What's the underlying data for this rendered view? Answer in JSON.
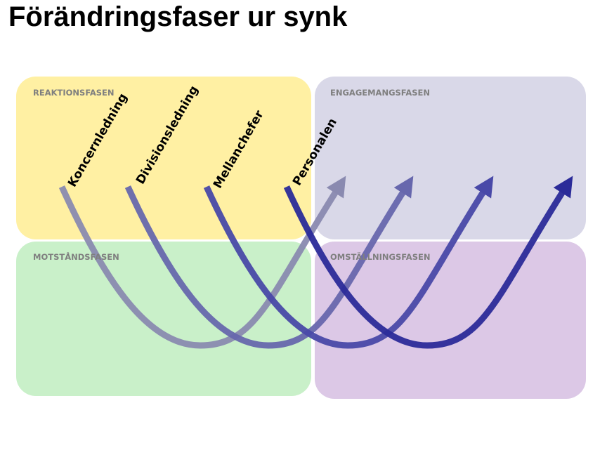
{
  "title": "Förändringsfaser ur synk",
  "quadrants": {
    "top_left": {
      "label": "REAKTIONSFASEN",
      "color": "#fff0a3"
    },
    "top_right": {
      "label": "ENGAGEMANGSFASEN",
      "color": "#d9d8e8"
    },
    "bottom_left": {
      "label": "MOTSTÅNDSFASEN",
      "color": "#c9f0c9"
    },
    "bottom_right": {
      "label": "OMSTÄLLNINGSFASEN",
      "color": "#dcc8e6"
    }
  },
  "curves": [
    {
      "label": "Koncernledning",
      "color": "#8a8ab0"
    },
    {
      "label": "Divisionsledning",
      "color": "#6767ad"
    },
    {
      "label": "Mellanchefer",
      "color": "#4949a8"
    },
    {
      "label": "Personalen",
      "color": "#2b2b99"
    }
  ]
}
